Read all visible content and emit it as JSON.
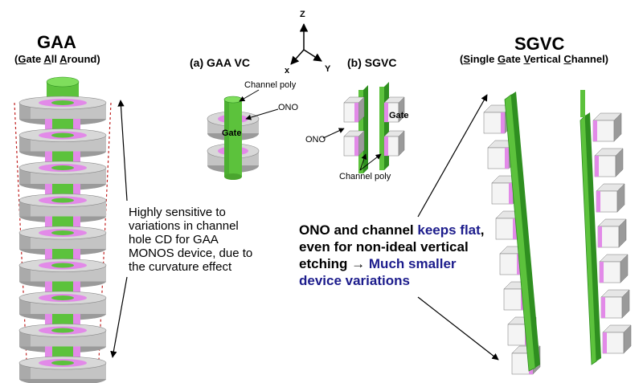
{
  "left": {
    "title": "GAA",
    "subtitle_parts": [
      "(",
      "G",
      "ate ",
      "A",
      "ll ",
      "A",
      "round)"
    ],
    "note": "Highly sensitive to variations in channel hole CD for GAA MONOS device, due to the curvature effect"
  },
  "center": {
    "axes": {
      "z": "Z",
      "x": "x",
      "y": "Y"
    },
    "panel_a": {
      "caption": "(a) GAA VC",
      "label_channel_poly": "Channel poly",
      "label_ono": "ONO",
      "label_gate": "Gate"
    },
    "panel_b": {
      "caption": "(b) SGVC",
      "label_gate": "Gate",
      "label_ono": "ONO",
      "label_channel_poly": "Channel poly"
    }
  },
  "right": {
    "title": "SGVC",
    "subtitle_parts": [
      "(",
      "S",
      "ingle ",
      "G",
      "ate ",
      "V",
      "ertical ",
      "C",
      "hannel)"
    ],
    "message": {
      "part1": "ONO  and channel ",
      "part2": "keeps flat",
      "part3": ", even for non-ideal vertical etching ",
      "arrow": "→",
      "part4": " Much smaller device variations"
    }
  },
  "colors": {
    "gate_gray": "#d8d8d8",
    "gate_side": "#9a9a9a",
    "ono_pink": "#e28ae8",
    "channel_green": "#5cc23c",
    "channel_dark": "#2f8f20",
    "highlight_blue": "#1c1c8c",
    "guide_red": "#c02020"
  }
}
